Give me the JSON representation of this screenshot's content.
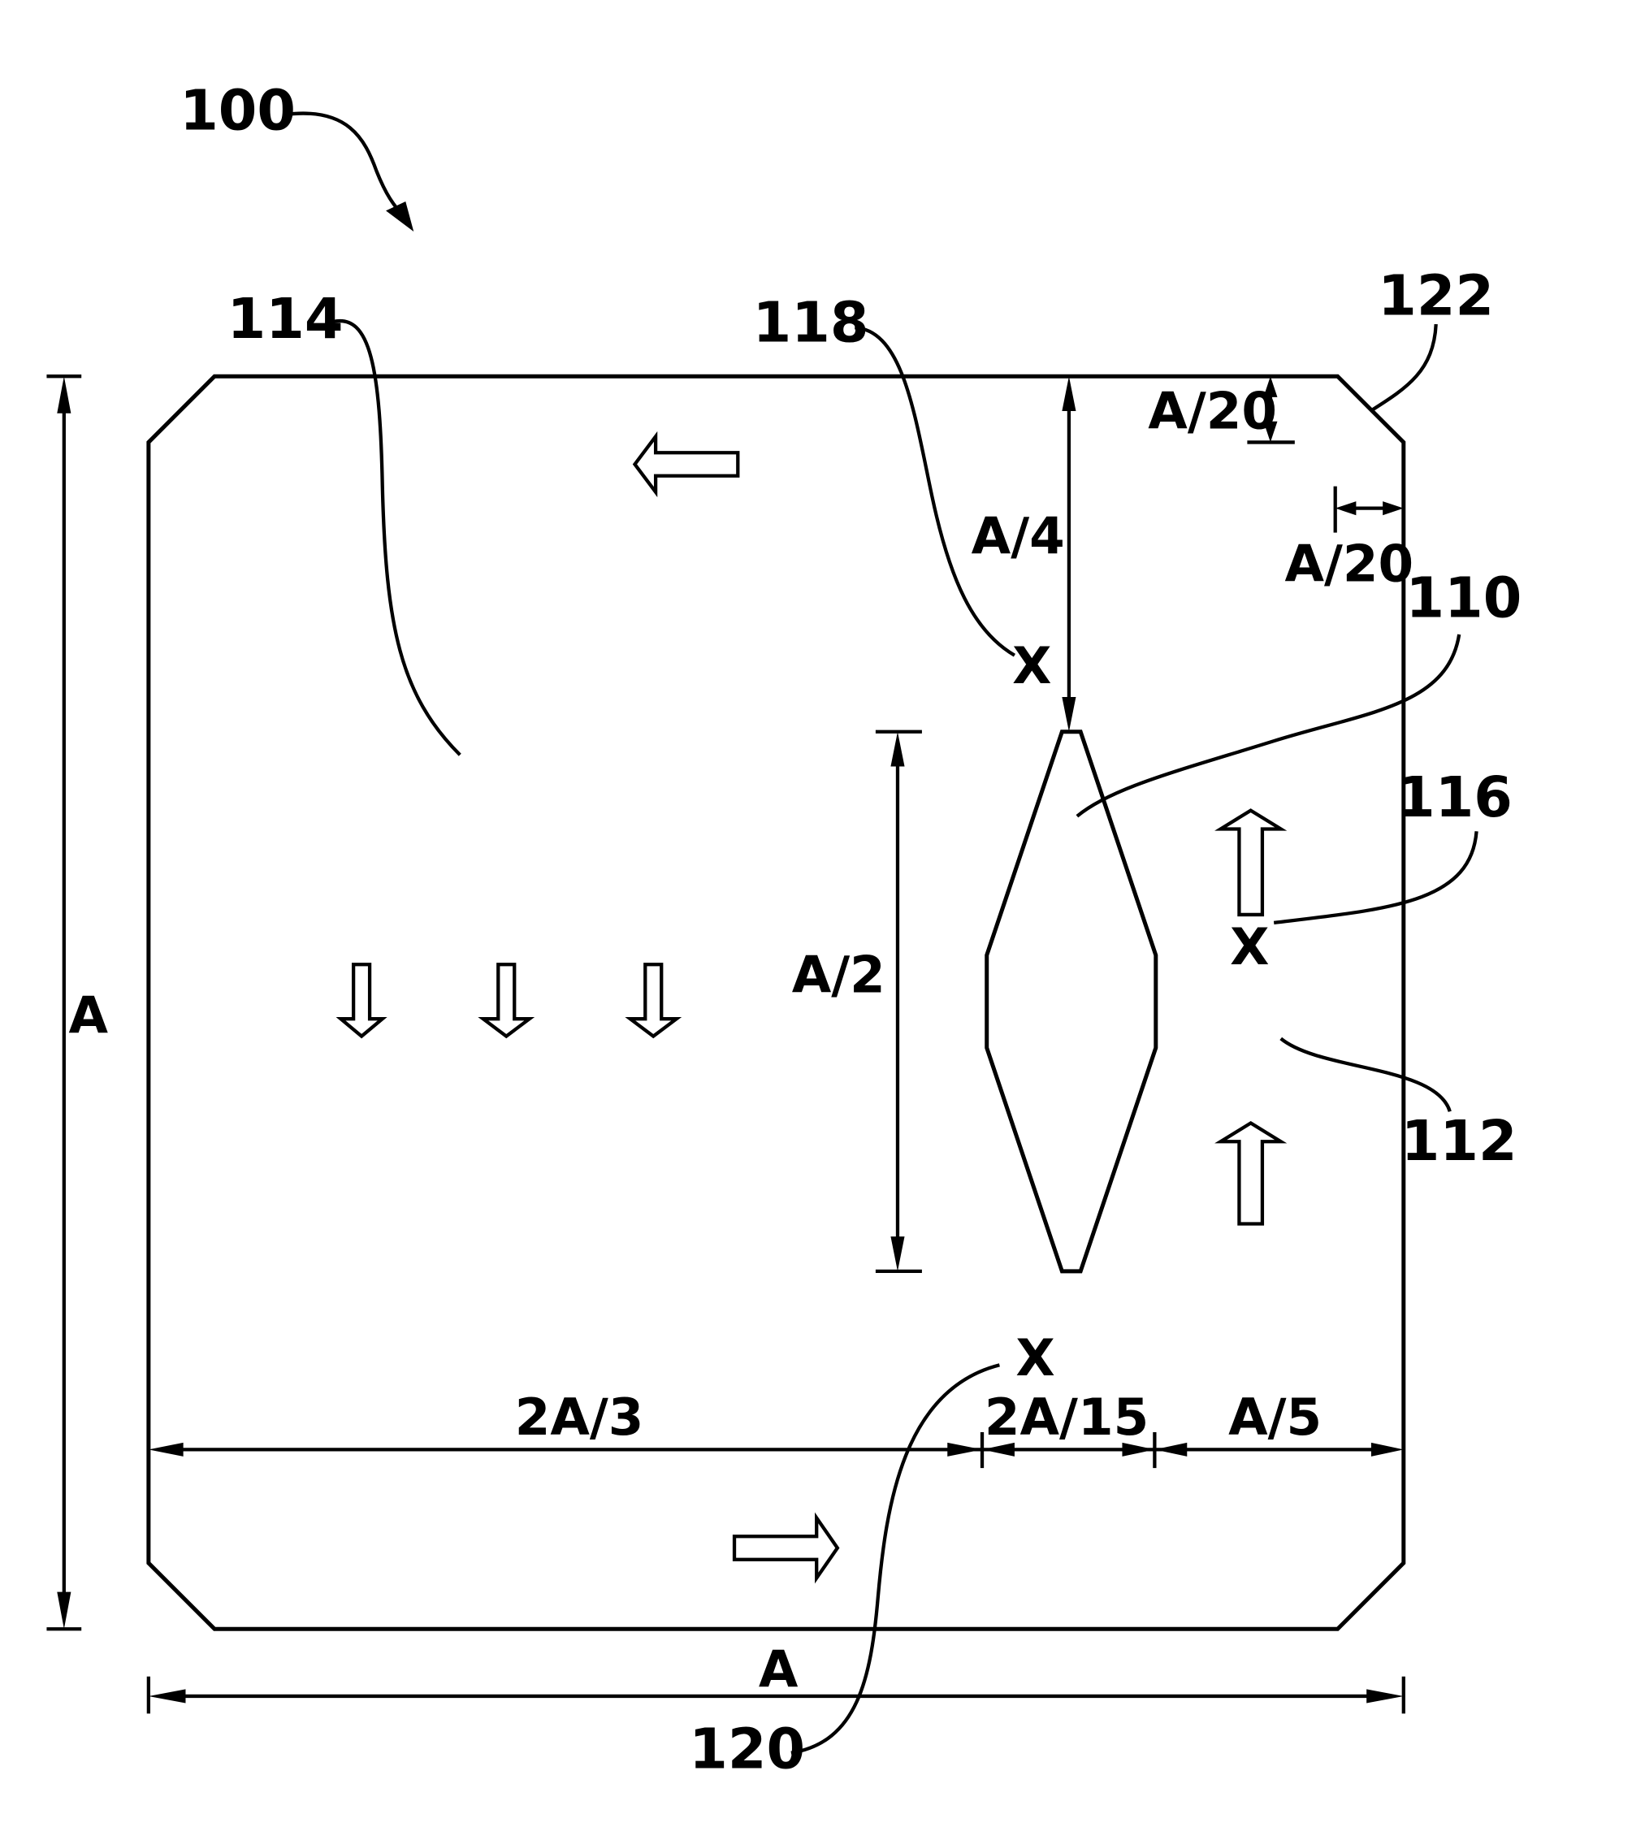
{
  "figure": {
    "ref_100": "100",
    "ref_110": "110",
    "ref_112": "112",
    "ref_114": "114",
    "ref_116": "116",
    "ref_118": "118",
    "ref_120": "120",
    "ref_122": "122",
    "marker_x": "X",
    "dim_side_left": "A",
    "dim_side_bottom": "A",
    "dim_top_gap": "A/4",
    "dim_chamfer_vertical": "A/20",
    "dim_chamfer_horizontal": "A/20",
    "dim_slot_height": "A/2",
    "dim_left_span": "2A/3",
    "dim_slot_width": "2A/15",
    "dim_right_span": "A/5"
  }
}
